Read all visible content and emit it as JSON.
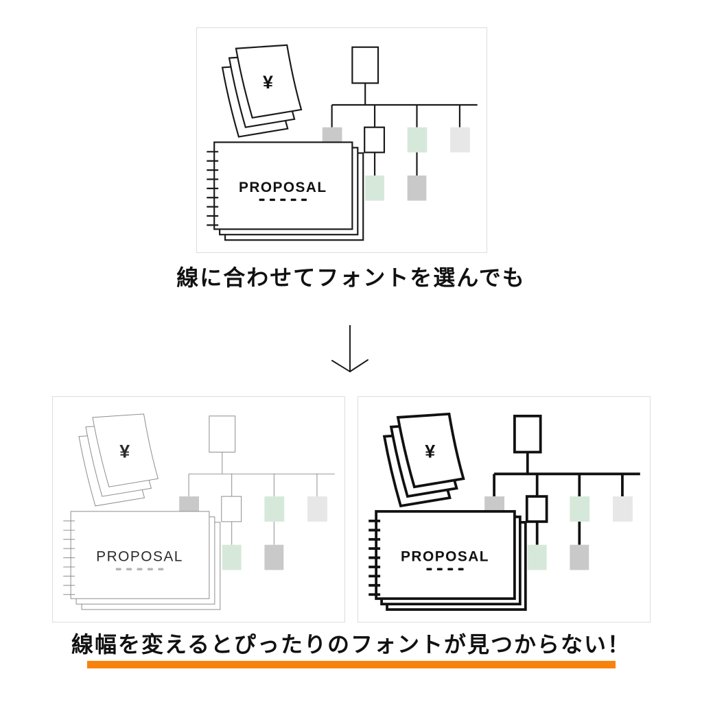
{
  "captions": {
    "top": "線に合わせてフォントを選んでも",
    "bottom": "線幅を変えるとぴったりのフォントが見つからない！"
  },
  "theme": {
    "accent_orange": "#F7820D",
    "box_gray": "#c9c9c9",
    "box_green": "#d6e8da",
    "box_lightgray": "#e7e7e7",
    "panel_border": "#dcdcdc",
    "arrow_color": "#1c1c1c",
    "background": "#ffffff"
  },
  "panels": {
    "before": {
      "id": "before",
      "proposal_label": "PROPOSAL",
      "yen_symbol": "¥",
      "dash_count": 5,
      "line_color": "#1a1a1a",
      "line_width": 2.2,
      "text_color": "#111111",
      "text_weight": 600,
      "dash_color": "#111111"
    },
    "after_thin": {
      "id": "after-thin",
      "proposal_label": "PROPOSAL",
      "yen_symbol": "¥",
      "dash_count": 5,
      "line_color": "#8c8c8c",
      "line_width": 1,
      "text_color": "#2b2b2b",
      "text_weight": 500,
      "dash_color": "#b5b5b5"
    },
    "after_thick": {
      "id": "after-thick",
      "proposal_label": "PROPOSAL",
      "yen_symbol": "¥",
      "dash_count": 4,
      "line_color": "#111111",
      "line_width": 3.8,
      "text_color": "#111111",
      "text_weight": 600,
      "dash_color": "#111111"
    }
  }
}
